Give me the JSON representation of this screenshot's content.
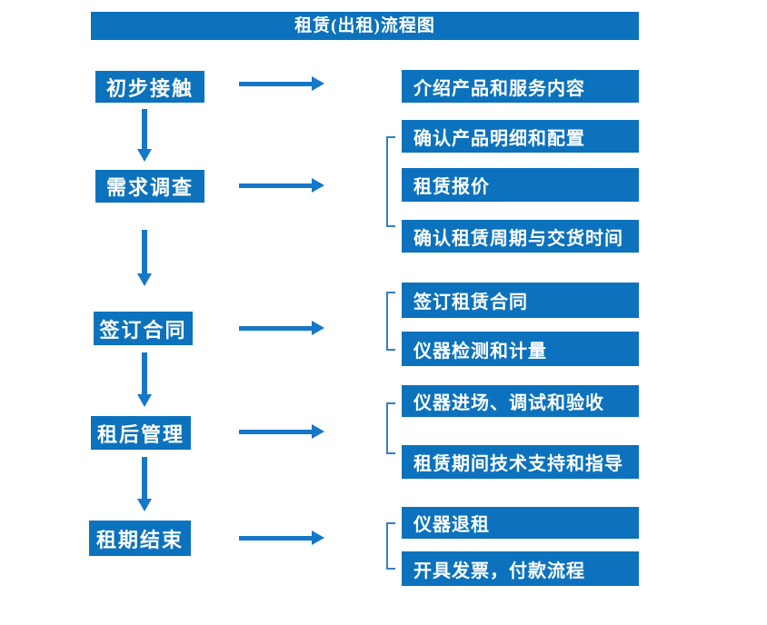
{
  "title": "租赁(出租)流程图",
  "colors": {
    "box": "#0c72bd",
    "arrow": "#1577c7",
    "bracket": "#3380c2",
    "text": "#ffffff",
    "background": "#ffffff"
  },
  "steps": [
    {
      "label": "初步接触",
      "details": [
        "介绍产品和服务内容"
      ]
    },
    {
      "label": "需求调查",
      "details": [
        "确认产品明细和配置",
        "租赁报价",
        "确认租赁周期与交货时间"
      ]
    },
    {
      "label": "签订合同",
      "details": [
        "签订租赁合同",
        "仪器检测和计量"
      ]
    },
    {
      "label": "租后管理",
      "details": [
        "仪器进场、调试和验收",
        "租赁期间技术支持和指导"
      ]
    },
    {
      "label": "租期结束",
      "details": [
        "仪器退租",
        "开具发票，付款流程"
      ]
    }
  ]
}
